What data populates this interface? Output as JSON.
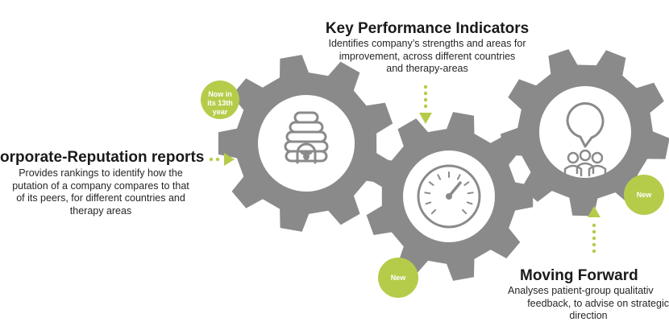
{
  "sections": {
    "corporate": {
      "title": "orporate-Reputation reports",
      "desc_lines": [
        "Provides rankings to identify how the",
        "putation of a company compares to that",
        "of its peers, for different countries and",
        "therapy areas"
      ]
    },
    "kpi": {
      "title": "Key Performance Indicators",
      "desc_lines": [
        "Identifies company’s strengths and areas for",
        "improvement, across different countries",
        "and therapy-areas"
      ]
    },
    "forward": {
      "title": "Moving Forward",
      "desc_lines": [
        "Analyses patient-group qualitativ",
        "feedback, to advise on strategic",
        "direction"
      ]
    }
  },
  "badges": {
    "age": [
      "Now in",
      "its 13th",
      "year"
    ],
    "new_gauge": "New",
    "new_forward": "New"
  },
  "icons": {
    "gear_left": "beehive-icon",
    "gear_middle": "speedometer-gauge-icon",
    "gear_right": "speech-bubble-people-icon"
  },
  "colors": {
    "gear": "#8a8a8a",
    "accent": "#b5cc4a",
    "text": "#1f1f1f",
    "white": "#ffffff"
  }
}
